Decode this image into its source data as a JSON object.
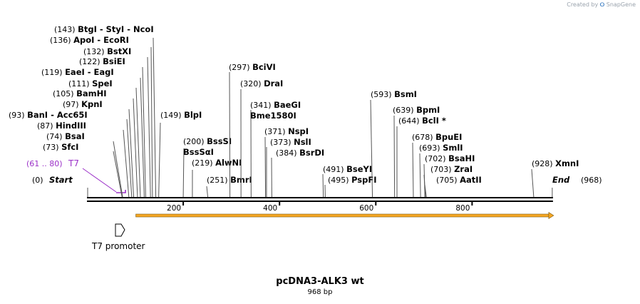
{
  "brand": {
    "created_by": "Created by",
    "name": "SnapGene"
  },
  "plasmid": {
    "name": "pcDNA3-ALK3 wt",
    "length_label": "968 bp",
    "length": 968
  },
  "ends": [
    {
      "num": "(0)",
      "label": "Start",
      "pos": 0
    },
    {
      "num": "(968)",
      "label": "End",
      "pos": 968
    }
  ],
  "primer": {
    "num": "(61 .. 80)",
    "name": "T7",
    "start": 61,
    "end": 80,
    "color": "#9b30c8"
  },
  "feature": {
    "name": "T7 promoter",
    "color": "#ffffff"
  },
  "orf": {
    "start": 100,
    "end": 968,
    "color": "#f5a623"
  },
  "ruler": {
    "ticks": [
      200,
      400,
      600,
      800
    ]
  },
  "sites": [
    {
      "pos": 143,
      "num": "(143)",
      "names": [
        "BtgI",
        "StyI",
        "NcoI"
      ]
    },
    {
      "pos": 136,
      "num": "(136)",
      "names": [
        "ApoI",
        "EcoRI"
      ]
    },
    {
      "pos": 132,
      "num": "(132)",
      "names": [
        "BstXI"
      ]
    },
    {
      "pos": 122,
      "num": "(122)",
      "names": [
        "BsiEI"
      ]
    },
    {
      "pos": 119,
      "num": "(119)",
      "names": [
        "EaeI",
        "EagI"
      ]
    },
    {
      "pos": 111,
      "num": "(111)",
      "names": [
        "SpeI"
      ]
    },
    {
      "pos": 105,
      "num": "(105)",
      "names": [
        "BamHI"
      ]
    },
    {
      "pos": 97,
      "num": "(97)",
      "names": [
        "KpnI"
      ]
    },
    {
      "pos": 93,
      "num": "(93)",
      "names": [
        "BanI",
        "Acc65I"
      ]
    },
    {
      "pos": 87,
      "num": "(87)",
      "names": [
        "HindIII"
      ]
    },
    {
      "pos": 74,
      "num": "(74)",
      "names": [
        "BsaI"
      ]
    },
    {
      "pos": 73,
      "num": "(73)",
      "names": [
        "SfcI"
      ]
    },
    {
      "pos": 149,
      "num": "(149)",
      "names": [
        "BlpI"
      ]
    },
    {
      "pos": 200,
      "num": "(200)",
      "names": [
        "BssSI"
      ]
    },
    {
      "pos": 200,
      "num": "",
      "names": [
        "BssSαI"
      ]
    },
    {
      "pos": 219,
      "num": "(219)",
      "names": [
        "AlwNI"
      ]
    },
    {
      "pos": 251,
      "num": "(251)",
      "names": [
        "BmrI"
      ]
    },
    {
      "pos": 297,
      "num": "(297)",
      "names": [
        "BciVI"
      ]
    },
    {
      "pos": 320,
      "num": "(320)",
      "names": [
        "DraI"
      ]
    },
    {
      "pos": 341,
      "num": "(341)",
      "names": [
        "BaeGI"
      ]
    },
    {
      "pos": 341,
      "num": "",
      "names": [
        "Bme1580I"
      ]
    },
    {
      "pos": 371,
      "num": "(371)",
      "names": [
        "NspI"
      ]
    },
    {
      "pos": 373,
      "num": "(373)",
      "names": [
        "NslI"
      ]
    },
    {
      "pos": 384,
      "num": "(384)",
      "names": [
        "BsrDI"
      ]
    },
    {
      "pos": 491,
      "num": "(491)",
      "names": [
        "BseYI"
      ]
    },
    {
      "pos": 495,
      "num": "(495)",
      "names": [
        "PspFI"
      ]
    },
    {
      "pos": 593,
      "num": "(593)",
      "names": [
        "BsmI"
      ]
    },
    {
      "pos": 639,
      "num": "(639)",
      "names": [
        "BpmI"
      ]
    },
    {
      "pos": 644,
      "num": "(644)",
      "names": [
        "BclI *"
      ]
    },
    {
      "pos": 678,
      "num": "(678)",
      "names": [
        "BpuEI"
      ]
    },
    {
      "pos": 693,
      "num": "(693)",
      "names": [
        "SmlI"
      ]
    },
    {
      "pos": 702,
      "num": "(702)",
      "names": [
        "BsaHI"
      ]
    },
    {
      "pos": 703,
      "num": "(703)",
      "names": [
        "ZraI"
      ]
    },
    {
      "pos": 705,
      "num": "(705)",
      "names": [
        "AatII"
      ]
    },
    {
      "pos": 928,
      "num": "(928)",
      "names": [
        "XmnI"
      ]
    }
  ]
}
